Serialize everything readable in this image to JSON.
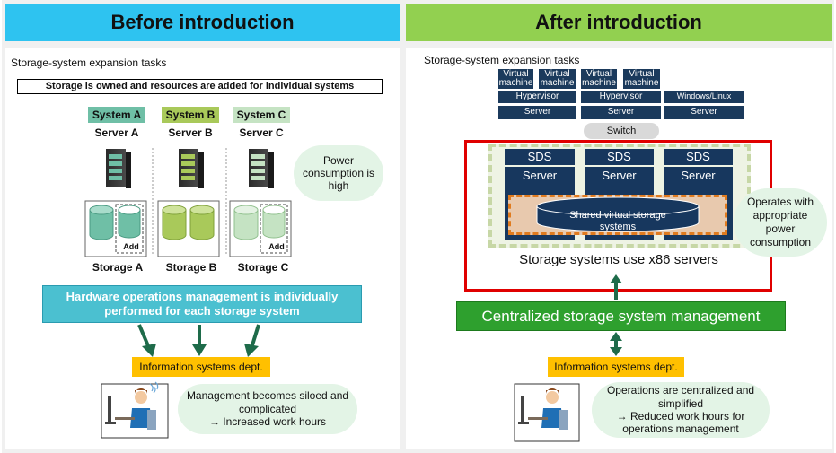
{
  "left": {
    "header": "Before introduction",
    "task_title": "Storage-system expansion tasks",
    "banner": "Storage is owned and resources are added for individual systems",
    "systems": [
      {
        "system": "System A",
        "server": "Server A",
        "storage": "Storage A",
        "add": "Add",
        "color": "#6fbfa6"
      },
      {
        "system": "System B",
        "server": "Server B",
        "storage": "Storage B",
        "add": "",
        "color": "#a9c95a"
      },
      {
        "system": "System C",
        "server": "Server C",
        "storage": "Storage C",
        "add": "Add",
        "color": "#c5e3c3"
      }
    ],
    "power_cloud": "Power consumption is high",
    "hw_management": "Hardware operations management is individually performed for each storage system",
    "dept": "Information systems dept.",
    "result_cloud_line1": "Management becomes siloed and complicated",
    "result_cloud_line2": "→ Increased work hours"
  },
  "right": {
    "header": "After introduction",
    "task_title": "Storage-system expansion tasks",
    "vm_label": "Virtual machine",
    "hypervisor": "Hypervisor",
    "windows_linux": "Windows/Linux",
    "server": "Server",
    "switch": "Switch",
    "sds": "SDS",
    "shared_storage": "Shared virtual storage systems",
    "x86_caption": "Storage systems use x86 servers",
    "power_cloud": "Operates with appropriate power consumption",
    "centralized": "Centralized storage system management",
    "dept": "Information systems dept.",
    "result_cloud_line1": "Operations are centralized and simplified",
    "result_cloud_line2": "→ Reduced work hours for operations management"
  },
  "colors": {
    "left_header": "#2ec3f0",
    "right_header": "#92d050",
    "navy": "#17375e",
    "teal_box": "#4bc0d0",
    "green_box": "#2ea02e",
    "red_frame": "#e00000",
    "orange_label": "#ffc000",
    "arrow_green": "#1e6b4a"
  }
}
